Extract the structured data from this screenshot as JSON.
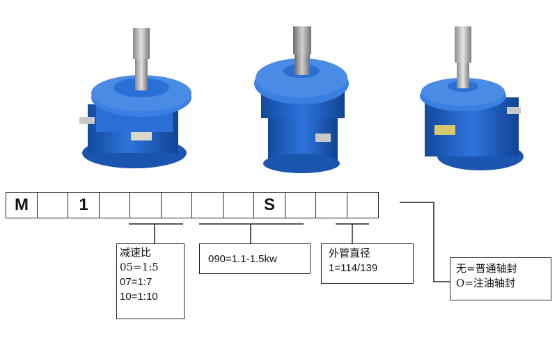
{
  "code_cells": [
    "M",
    "",
    "1",
    "",
    "",
    "",
    "",
    "",
    "S",
    "",
    "",
    ""
  ],
  "callouts": {
    "ratio": {
      "title": "减速比",
      "items": [
        "05=1:5",
        "07=1:7",
        "10=1:10"
      ]
    },
    "power": {
      "items": [
        "090=1.1-1.5kw"
      ]
    },
    "tube": {
      "title": "外管直径",
      "items": [
        "1=114/139"
      ]
    },
    "seal": {
      "items": [
        "无=普通轴封",
        "O=注油轴封"
      ]
    }
  },
  "colors": {
    "body": "#1f63c9",
    "body_dark": "#134a9c",
    "body_light": "#4a8be6",
    "shaft": "#b7b7b7",
    "line": "#222222"
  }
}
